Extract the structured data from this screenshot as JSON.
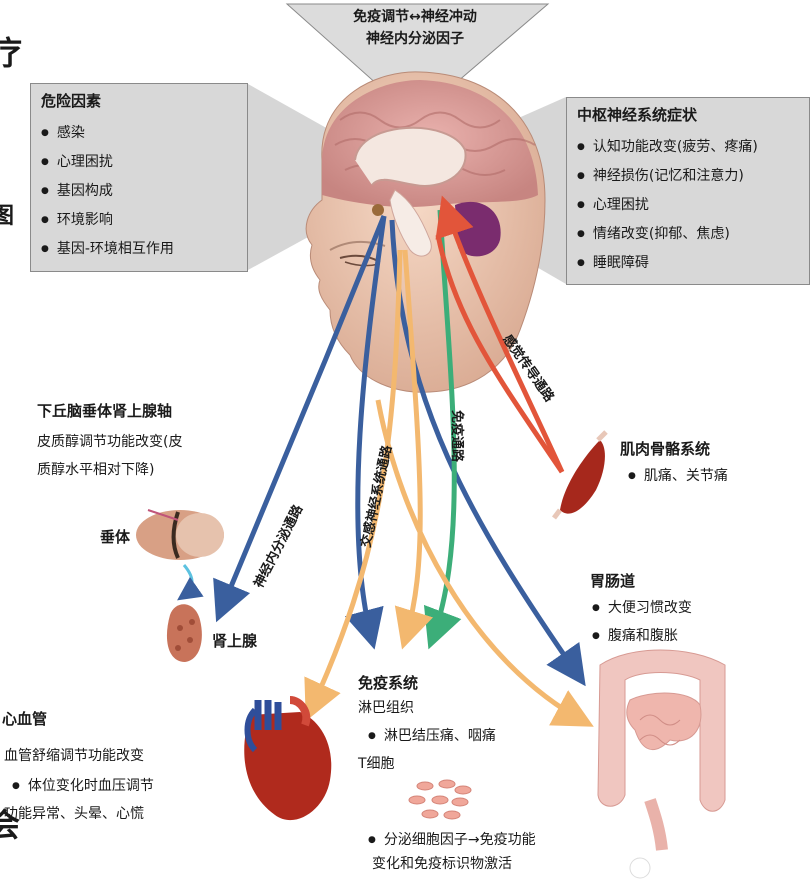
{
  "top": {
    "line1": "免疫调节↔神经冲动",
    "line2": "神经内分泌因子"
  },
  "risk": {
    "title": "危险因素",
    "items": [
      "感染",
      "心理困扰",
      "基因构成",
      "环境影响",
      "基因-环境相互作用"
    ]
  },
  "cns": {
    "title": "中枢神经系统症状",
    "items": [
      "认知功能改变(疲劳、疼痛)",
      "神经损伤(记忆和注意力)",
      "心理困扰",
      "情绪改变(抑郁、焦虑)",
      "睡眠障碍"
    ]
  },
  "hpa": {
    "title": "下丘脑垂体肾上腺轴",
    "line1": "皮质醇调节功能改变(皮",
    "line2": "质醇水平相对下降)"
  },
  "labels": {
    "pituitary": "垂体",
    "adrenal": "肾上腺"
  },
  "pathways": {
    "neuroendocrine": "神经内分泌通路",
    "sympathetic": "交感神经系统通路",
    "immune": "免疫通路",
    "sensory": "感觉传导通路"
  },
  "musculo": {
    "title": "肌肉骨骼系统",
    "item": "肌痛、关节痛"
  },
  "gi": {
    "title": "胃肠道",
    "items": [
      "大便习惯改变",
      "腹痛和腹胀"
    ]
  },
  "immune": {
    "title": "免疫系统",
    "lymph": "淋巴组织",
    "lymph_item": "淋巴结压痛、咽痛",
    "tcell": "T细胞",
    "cytokine_line1": "分泌细胞因子→免疫功能",
    "cytokine_line2": "变化和免疫标识物激活"
  },
  "cardio": {
    "title": "心血管",
    "line1": "血管舒缩调节功能改变",
    "line2": "体位变化时血压调节",
    "line3": "功能异常、头晕、心慌"
  },
  "edge": {
    "left_top": "疗",
    "left_mid": "图",
    "left_bottom": "会"
  },
  "colors": {
    "blue": "#3a5f9e",
    "green": "#3cae79",
    "orange": "#f3b86f",
    "red": "#e2553a",
    "panel": "#d8d8d8"
  }
}
